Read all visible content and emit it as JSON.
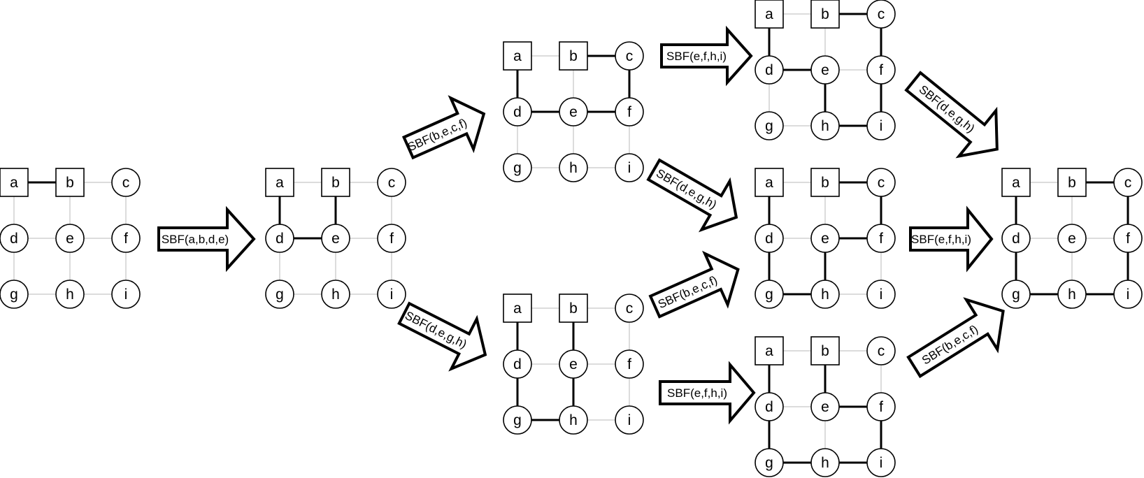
{
  "colors": {
    "thin_edge": "#c8c8c8",
    "bold_edge": "#000000",
    "node_fill": "#ffffff",
    "arrow_fill": "#ffffff"
  },
  "node_labels": [
    "a",
    "b",
    "c",
    "d",
    "e",
    "f",
    "g",
    "h",
    "i"
  ],
  "square_nodes": [
    "a",
    "b"
  ],
  "grid_edges": [
    [
      "a",
      "b"
    ],
    [
      "b",
      "c"
    ],
    [
      "d",
      "e"
    ],
    [
      "e",
      "f"
    ],
    [
      "g",
      "h"
    ],
    [
      "h",
      "i"
    ],
    [
      "a",
      "d"
    ],
    [
      "d",
      "g"
    ],
    [
      "b",
      "e"
    ],
    [
      "e",
      "h"
    ],
    [
      "c",
      "f"
    ],
    [
      "f",
      "i"
    ]
  ],
  "graphs": [
    {
      "id": "graph-1",
      "bold_edges": [
        [
          "a",
          "b"
        ]
      ]
    },
    {
      "id": "graph-2",
      "bold_edges": [
        [
          "a",
          "d"
        ],
        [
          "d",
          "e"
        ],
        [
          "b",
          "e"
        ]
      ]
    },
    {
      "id": "graph-3",
      "bold_edges": [
        [
          "b",
          "c"
        ],
        [
          "a",
          "d"
        ],
        [
          "d",
          "e"
        ],
        [
          "e",
          "f"
        ],
        [
          "c",
          "f"
        ]
      ]
    },
    {
      "id": "graph-4",
      "bold_edges": [
        [
          "a",
          "d"
        ],
        [
          "d",
          "g"
        ],
        [
          "b",
          "e"
        ],
        [
          "e",
          "h"
        ],
        [
          "g",
          "h"
        ]
      ]
    },
    {
      "id": "graph-5",
      "bold_edges": [
        [
          "b",
          "c"
        ],
        [
          "a",
          "d"
        ],
        [
          "d",
          "e"
        ],
        [
          "c",
          "f"
        ],
        [
          "f",
          "i"
        ],
        [
          "e",
          "h"
        ],
        [
          "h",
          "i"
        ]
      ]
    },
    {
      "id": "graph-6",
      "bold_edges": [
        [
          "b",
          "c"
        ],
        [
          "a",
          "d"
        ],
        [
          "e",
          "f"
        ],
        [
          "c",
          "f"
        ],
        [
          "d",
          "g"
        ],
        [
          "e",
          "h"
        ],
        [
          "g",
          "h"
        ]
      ]
    },
    {
      "id": "graph-7",
      "bold_edges": [
        [
          "a",
          "d"
        ],
        [
          "d",
          "g"
        ],
        [
          "b",
          "e"
        ],
        [
          "e",
          "f"
        ],
        [
          "f",
          "i"
        ],
        [
          "g",
          "h"
        ],
        [
          "h",
          "i"
        ]
      ]
    },
    {
      "id": "graph-8",
      "bold_edges": [
        [
          "b",
          "c"
        ],
        [
          "a",
          "d"
        ],
        [
          "d",
          "g"
        ],
        [
          "c",
          "f"
        ],
        [
          "f",
          "i"
        ],
        [
          "g",
          "h"
        ],
        [
          "h",
          "i"
        ]
      ]
    }
  ],
  "arrows": [
    {
      "id": "arrow-1",
      "label": "SBF(a,b,d,e)"
    },
    {
      "id": "arrow-2",
      "label": "SBF(b,e,c,f)"
    },
    {
      "id": "arrow-3",
      "label": "SBF(d,e,g,h)"
    },
    {
      "id": "arrow-4",
      "label": "SBF(e,f,h,i)"
    },
    {
      "id": "arrow-5",
      "label": "SBF(d,e,g,h)"
    },
    {
      "id": "arrow-6",
      "label": "SBF(b,e,c,f)"
    },
    {
      "id": "arrow-7",
      "label": "SBF(e,f,h,i)"
    },
    {
      "id": "arrow-8",
      "label": "SBF(d,e,g,h)"
    },
    {
      "id": "arrow-9",
      "label": "SBF(e,f,h,i)"
    },
    {
      "id": "arrow-10",
      "label": "SBF(b,e,c,f)"
    }
  ]
}
